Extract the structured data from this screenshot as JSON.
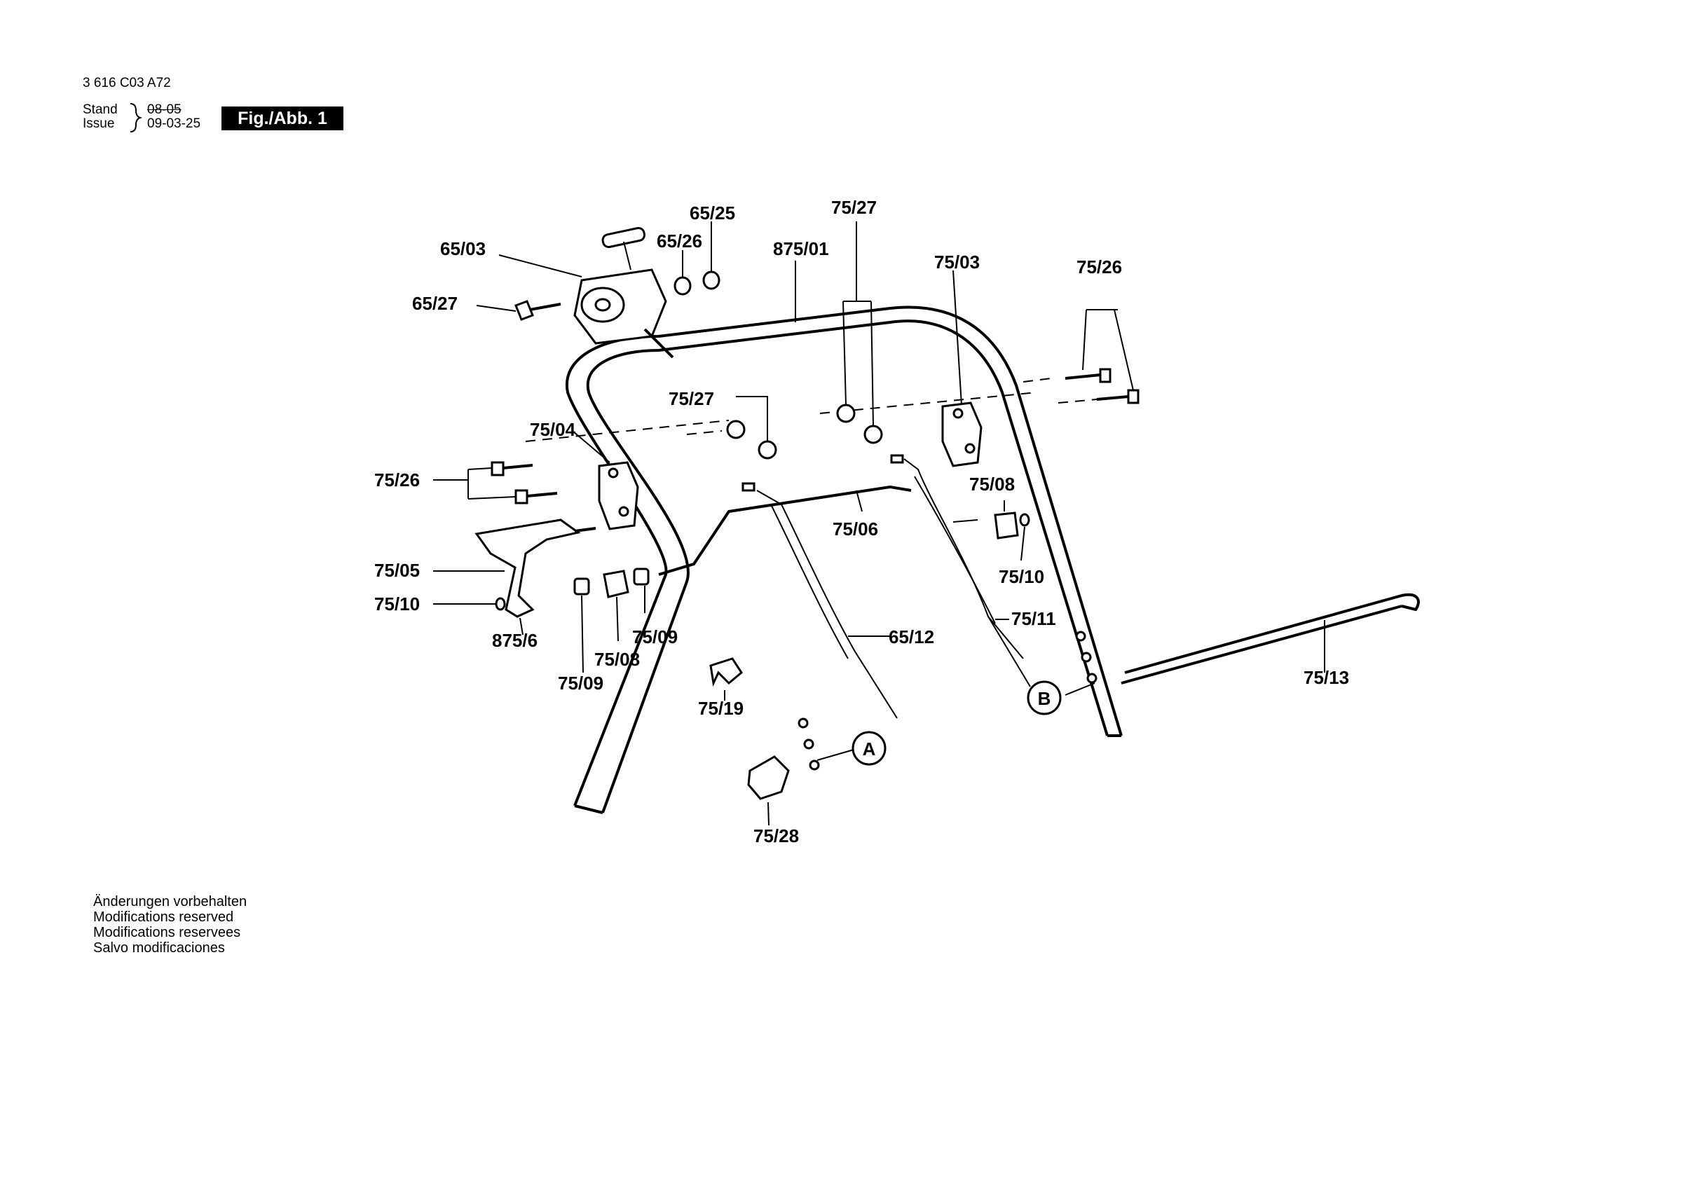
{
  "header": {
    "drawing_number": "3 616 C03 A72",
    "stand_label": "Stand",
    "issue_label": "Issue",
    "old_date": "08-05",
    "issue_date": "09-03-25",
    "figure_label": "Fig./Abb. 1"
  },
  "notes": [
    "Änderungen vorbehalten",
    "Modifications reserved",
    "Modifications reservees",
    "Salvo modificaciones"
  ],
  "callouts": {
    "a": "A",
    "b": "B"
  },
  "part_labels": {
    "p6525": "65/25",
    "p6526": "65/26",
    "p6503": "65/03",
    "p6527": "65/27",
    "p87501": "875/01",
    "p7527_top": "75/27",
    "p7503": "75/03",
    "p7526_right": "75/26",
    "p7527_mid": "75/27",
    "p7504": "75/04",
    "p7526_left": "75/26",
    "p7508_right": "75/08",
    "p7506": "75/06",
    "p7510_right": "75/10",
    "p7505": "75/05",
    "p7510_left": "75/10",
    "p8756": "875/6",
    "p7509_right": "75/09",
    "p7508_left": "75/08",
    "p7509_left": "75/09",
    "p6512": "65/12",
    "p7511": "75/11",
    "p7513": "75/13",
    "p7519": "75/19",
    "p7528": "75/28"
  }
}
